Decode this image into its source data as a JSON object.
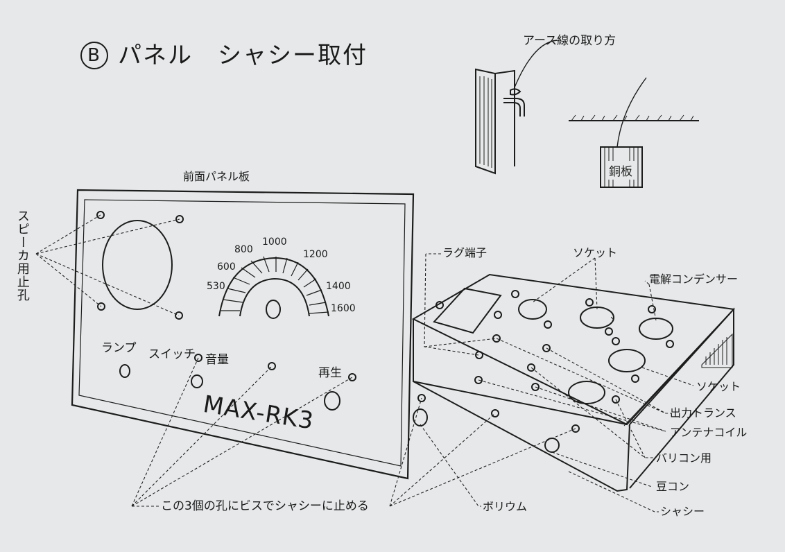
{
  "title": {
    "mark": "B",
    "text": "パネル　シャシー取付"
  },
  "earth": {
    "title": "アース線の取り方",
    "plate_label": "銅板"
  },
  "panel": {
    "title": "前面パネル板",
    "model": "MAX-RK3",
    "dial_marks": [
      "530",
      "600",
      "800",
      "1000",
      "1200",
      "1400",
      "1600"
    ],
    "labels": {
      "speaker_holes": "スピーカ用止孔",
      "lamp": "ランプ",
      "switch": "スイッチ",
      "volume": "音量",
      "playback": "再生"
    }
  },
  "chassis": {
    "labels": {
      "lug_terminal": "ラグ端子",
      "socket_top": "ソケット",
      "electrolytic_capacitor": "電解コンデンサー",
      "socket_right": "ソケット",
      "output_transformer": "出力トランス",
      "antenna_coil": "アンテナコイル",
      "varicon": "バリコン用",
      "bean_condenser": "豆コン",
      "chassis": "シャシー",
      "volume_knob": "ボリウム"
    }
  },
  "footnote": "この3個の孔にビスでシャシーに止める"
}
